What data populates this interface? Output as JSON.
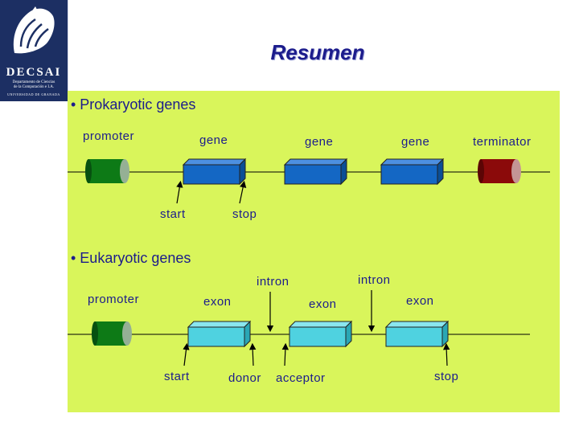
{
  "slide": {
    "title": "Resumen",
    "logo": {
      "title": "DECSAI",
      "sub1": "Departamento de Ciencias",
      "sub2": "de la Computación e I.A.",
      "sub3": "UNIVERSIDAD DE GRANADA"
    }
  },
  "prokaryotic": {
    "bullet": "• Prokaryotic genes",
    "promoter": "promoter",
    "gene_labels": [
      "gene",
      "gene",
      "gene"
    ],
    "terminator": "terminator",
    "start": "start",
    "stop": "stop"
  },
  "eukaryotic": {
    "bullet": "• Eukaryotic genes",
    "promoter": "promoter",
    "exon_labels": [
      "exon",
      "exon",
      "exon"
    ],
    "intron_labels": [
      "intron",
      "intron"
    ],
    "start": "start",
    "donor": "donor",
    "acceptor": "acceptor",
    "stop": "stop"
  },
  "colors": {
    "slide_bg": "#d9f55b",
    "text": "#1c1c8c",
    "promoter": "#0d7a16",
    "gene": "#1467c4",
    "terminator": "#8b0a0a",
    "exon": "#4fd2e0"
  }
}
